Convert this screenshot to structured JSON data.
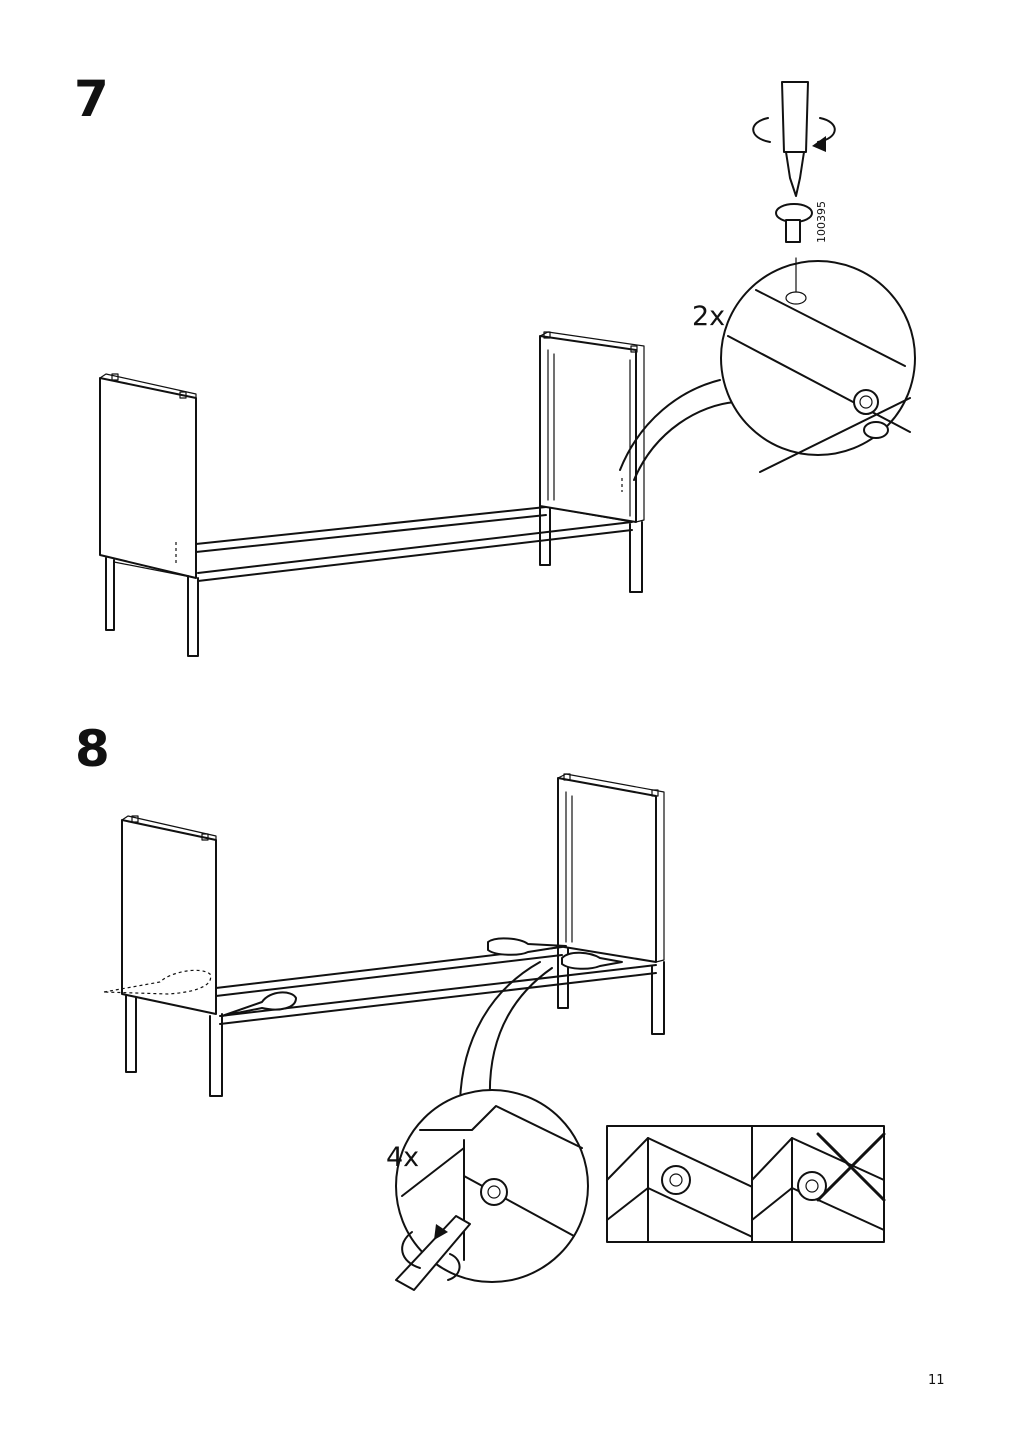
{
  "page": {
    "number": "11",
    "steps": [
      {
        "number": "7",
        "quantity": "2x",
        "part_number": "100395",
        "icons": [
          "screwdriver-icon",
          "rotate-clockwise-icon",
          "screw-icon"
        ]
      },
      {
        "number": "8",
        "quantity": "4x",
        "icons": [
          "screwdriver-icon",
          "rotate-clockwise-icon",
          "screw-icon",
          "wrong-cross-icon"
        ]
      }
    ]
  }
}
